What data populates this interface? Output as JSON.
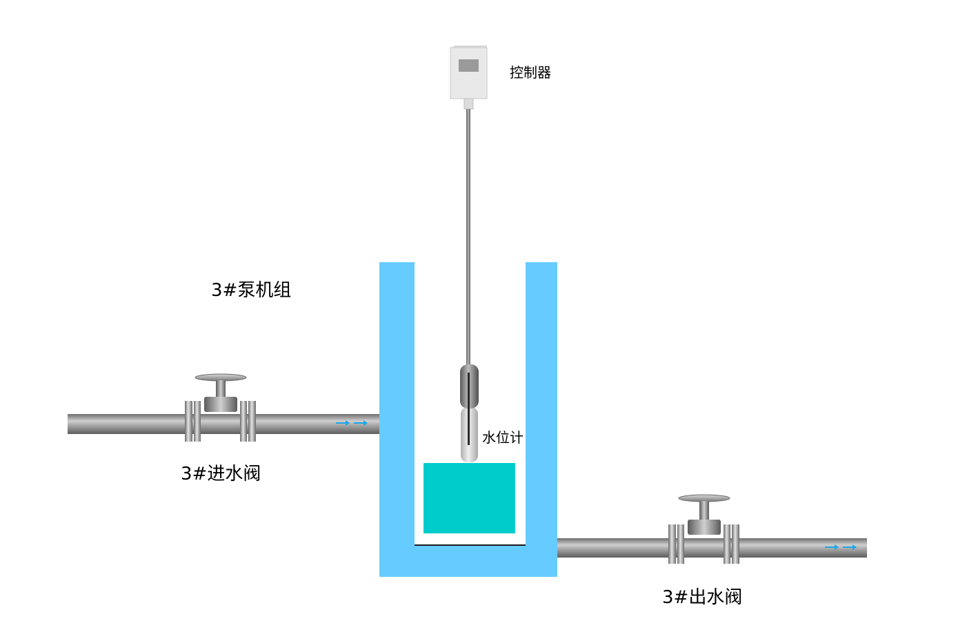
{
  "diagram": {
    "title": "3#泵机组",
    "controller": {
      "label": "控制器"
    },
    "level_meter": {
      "label": "水位计"
    },
    "inlet_valve": {
      "label": "3#进水阀"
    },
    "outlet_valve": {
      "label": "3#出水阀"
    },
    "colors": {
      "tank_wall": "#66ccff",
      "water": "#00cccc",
      "pipe": "#8a8a8a",
      "flow_arrow": "#1aa7e8",
      "controller_body": "#e9e9e9",
      "controller_screen": "#9a9a9a"
    }
  }
}
